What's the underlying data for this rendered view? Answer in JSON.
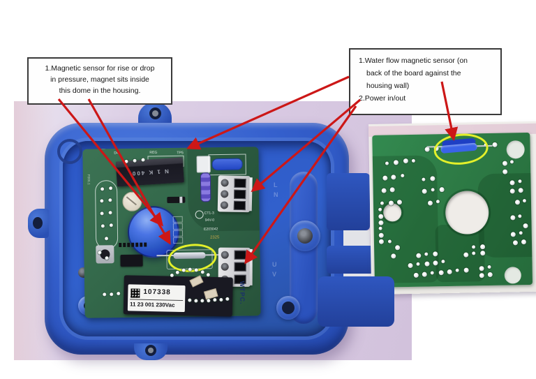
{
  "annotations": {
    "left_note": [
      "1.Magnetic sensor for rise or drop",
      "in pressure, magnet sits inside",
      "this dome in the housing."
    ],
    "right_note": [
      "1.Water flow magnetic sensor (on",
      "back of the board against the",
      "housing wall)",
      "2.Power in/out"
    ]
  },
  "front_board": {
    "relay_marking": "N 1 K 400",
    "silk": {
      "d4": "D4",
      "reg": "REG",
      "tp": "TP5",
      "ul_cert": "CT1-3",
      "flammability": "94V-0",
      "board_id": "E203042",
      "date_code": "2325",
      "brand": "WTPC.",
      "edge_id": "F006.1"
    },
    "label": {
      "part_number": "107338",
      "batch": "11 23 001 230Vac"
    }
  },
  "housing_markings": {
    "upper": "L\nN",
    "lower": "U\nV"
  },
  "colors": {
    "arrow": "#cc1717",
    "housing": "#2f5cc8",
    "pcb-front": "#33684a",
    "pcb-back": "#2e7c46",
    "highlight": "#e3f02a",
    "backdrop": "#d8c9e2",
    "card": "#f1efec"
  }
}
